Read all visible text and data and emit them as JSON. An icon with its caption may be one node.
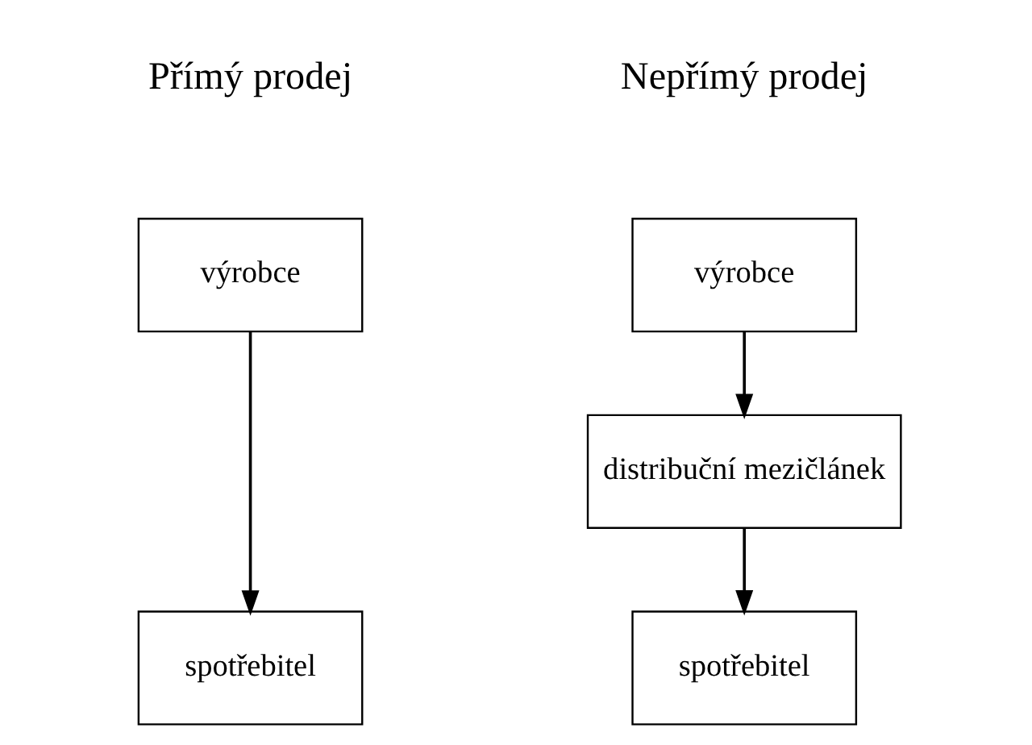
{
  "diagram": {
    "nodes": [
      {
        "text": [
          "výrobce"
        ]
      },
      {
        "text": [
          "spotřebitel"
        ]
      },
      {
        "text": [
          "výrobce"
        ]
      },
      {
        "text": [
          "distribuční mezičlánek"
        ]
      },
      {
        "text": [
          "spotřebitel"
        ]
      }
    ],
    "edges": [
      {
        "from": 0,
        "to": 1,
        "arrow": "to"
      },
      {
        "from": 2,
        "to": 3,
        "arrow": "to"
      },
      {
        "from": 3,
        "to": 4,
        "arrow": "to"
      }
    ],
    "labels": [
      "Přímý prodej",
      "Nepřímý prodej"
    ]
  }
}
